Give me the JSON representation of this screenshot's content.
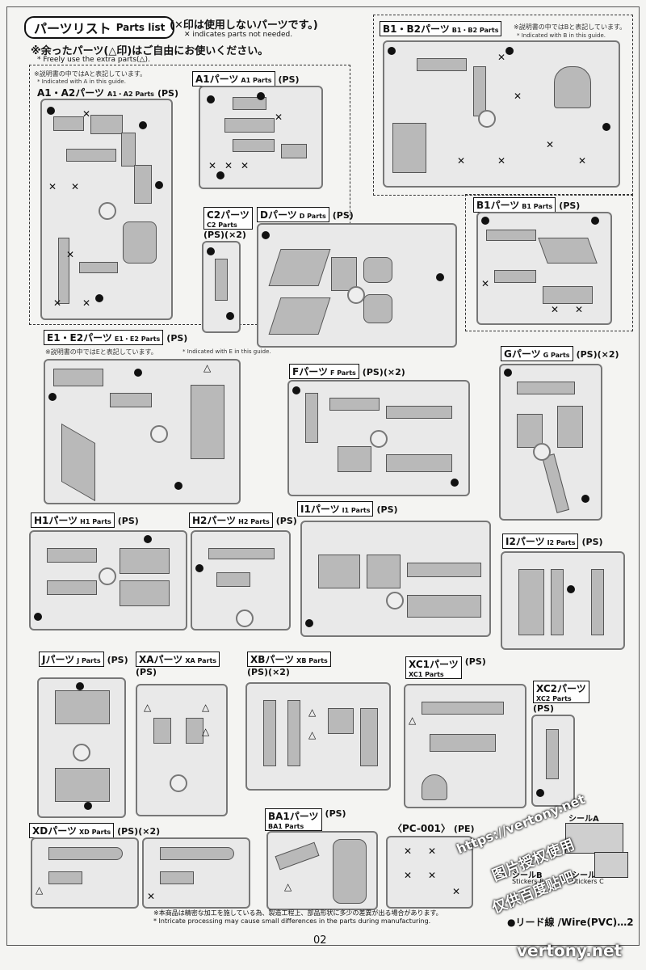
{
  "header": {
    "title_jp": "パーツリスト",
    "title_en": "Parts list",
    "note_x_jp": "(✕印は使用しないパーツです。)",
    "note_x_en": "✕ indicates parts not needed.",
    "note_tri_jp": "※余ったパーツ(△印)はご自由にお使いください。",
    "note_tri_en": "* Freely use the extra parts(△).",
    "note_a_jp": "※説明書の中ではAと表記しています。",
    "note_a_en": "* Indicated with A in this guide.",
    "note_b_jp": "※説明書の中ではBと表記しています。",
    "note_b_en": "* Indicated with B in this guide.",
    "note_e_jp": "※説明書の中ではEと表記しています。",
    "note_e_en": "* Indicated with E in this guide."
  },
  "sections": {
    "a1a2": {
      "name": "A1・A2パーツ",
      "en": "A1・A2 Parts",
      "mat": "(PS)"
    },
    "a1": {
      "name": "A1パーツ",
      "en": "A1 Parts",
      "mat": "(PS)"
    },
    "b1b2": {
      "name": "B1・B2パーツ",
      "en": "B1・B2 Parts",
      "mat": "(PS)"
    },
    "b1": {
      "name": "B1パーツ",
      "en": "B1 Parts",
      "mat": "(PS)"
    },
    "c2": {
      "name": "C2パーツ",
      "en": "C2 Parts",
      "mat": "(PS)(×2)"
    },
    "d": {
      "name": "Dパーツ",
      "en": "D Parts",
      "mat": "(PS)"
    },
    "e1e2": {
      "name": "E1・E2パーツ",
      "en": "E1・E2 Parts",
      "mat": "(PS)"
    },
    "f": {
      "name": "Fパーツ",
      "en": "F Parts",
      "mat": "(PS)(×2)"
    },
    "g": {
      "name": "Gパーツ",
      "en": "G Parts",
      "mat": "(PS)(×2)"
    },
    "h1": {
      "name": "H1パーツ",
      "en": "H1 Parts",
      "mat": "(PS)"
    },
    "h2": {
      "name": "H2パーツ",
      "en": "H2 Parts",
      "mat": "(PS)"
    },
    "i1": {
      "name": "I1パーツ",
      "en": "I1 Parts",
      "mat": "(PS)"
    },
    "i2": {
      "name": "I2パーツ",
      "en": "I2 Parts",
      "mat": "(PS)"
    },
    "j": {
      "name": "Jパーツ",
      "en": "J Parts",
      "mat": "(PS)"
    },
    "xa": {
      "name": "XAパーツ",
      "en": "XA Parts",
      "mat": "(PS)"
    },
    "xb": {
      "name": "XBパーツ",
      "en": "XB Parts",
      "mat": "(PS)(×2)"
    },
    "xc1": {
      "name": "XC1パーツ",
      "en": "XC1 Parts",
      "mat": "(PS)"
    },
    "xc2": {
      "name": "XC2パーツ",
      "en": "XC2 Parts",
      "mat": "(PS)"
    },
    "xd": {
      "name": "XDパーツ",
      "en": "XD Parts",
      "mat": "(PS)(×2)"
    },
    "ba1": {
      "name": "BA1パーツ",
      "en": "BA1 Parts",
      "mat": "(PS)"
    },
    "pc001": {
      "name": "〈PC-001〉",
      "en": "",
      "mat": "(PE)"
    }
  },
  "stickers": {
    "a_label": "シールA",
    "b_label": "シールB",
    "b_en": "Stickers B",
    "c_label": "シールC",
    "c_en": "Stickers C"
  },
  "footer": {
    "note_jp": "※本商品は精密な加工を施している為、製造工程上、部品形状に多少の差異が出る場合があります。",
    "note_en": "* Intricate processing may cause small differences in the parts during manufacturing.",
    "wire": "●リード線 /Wire(PVC)…2",
    "page_number": "02"
  },
  "watermarks": {
    "url": "https://vertony.net",
    "cn": "图片授权使用",
    "cn2": "仅供百度贴吧",
    "brand": "vertony.net"
  }
}
